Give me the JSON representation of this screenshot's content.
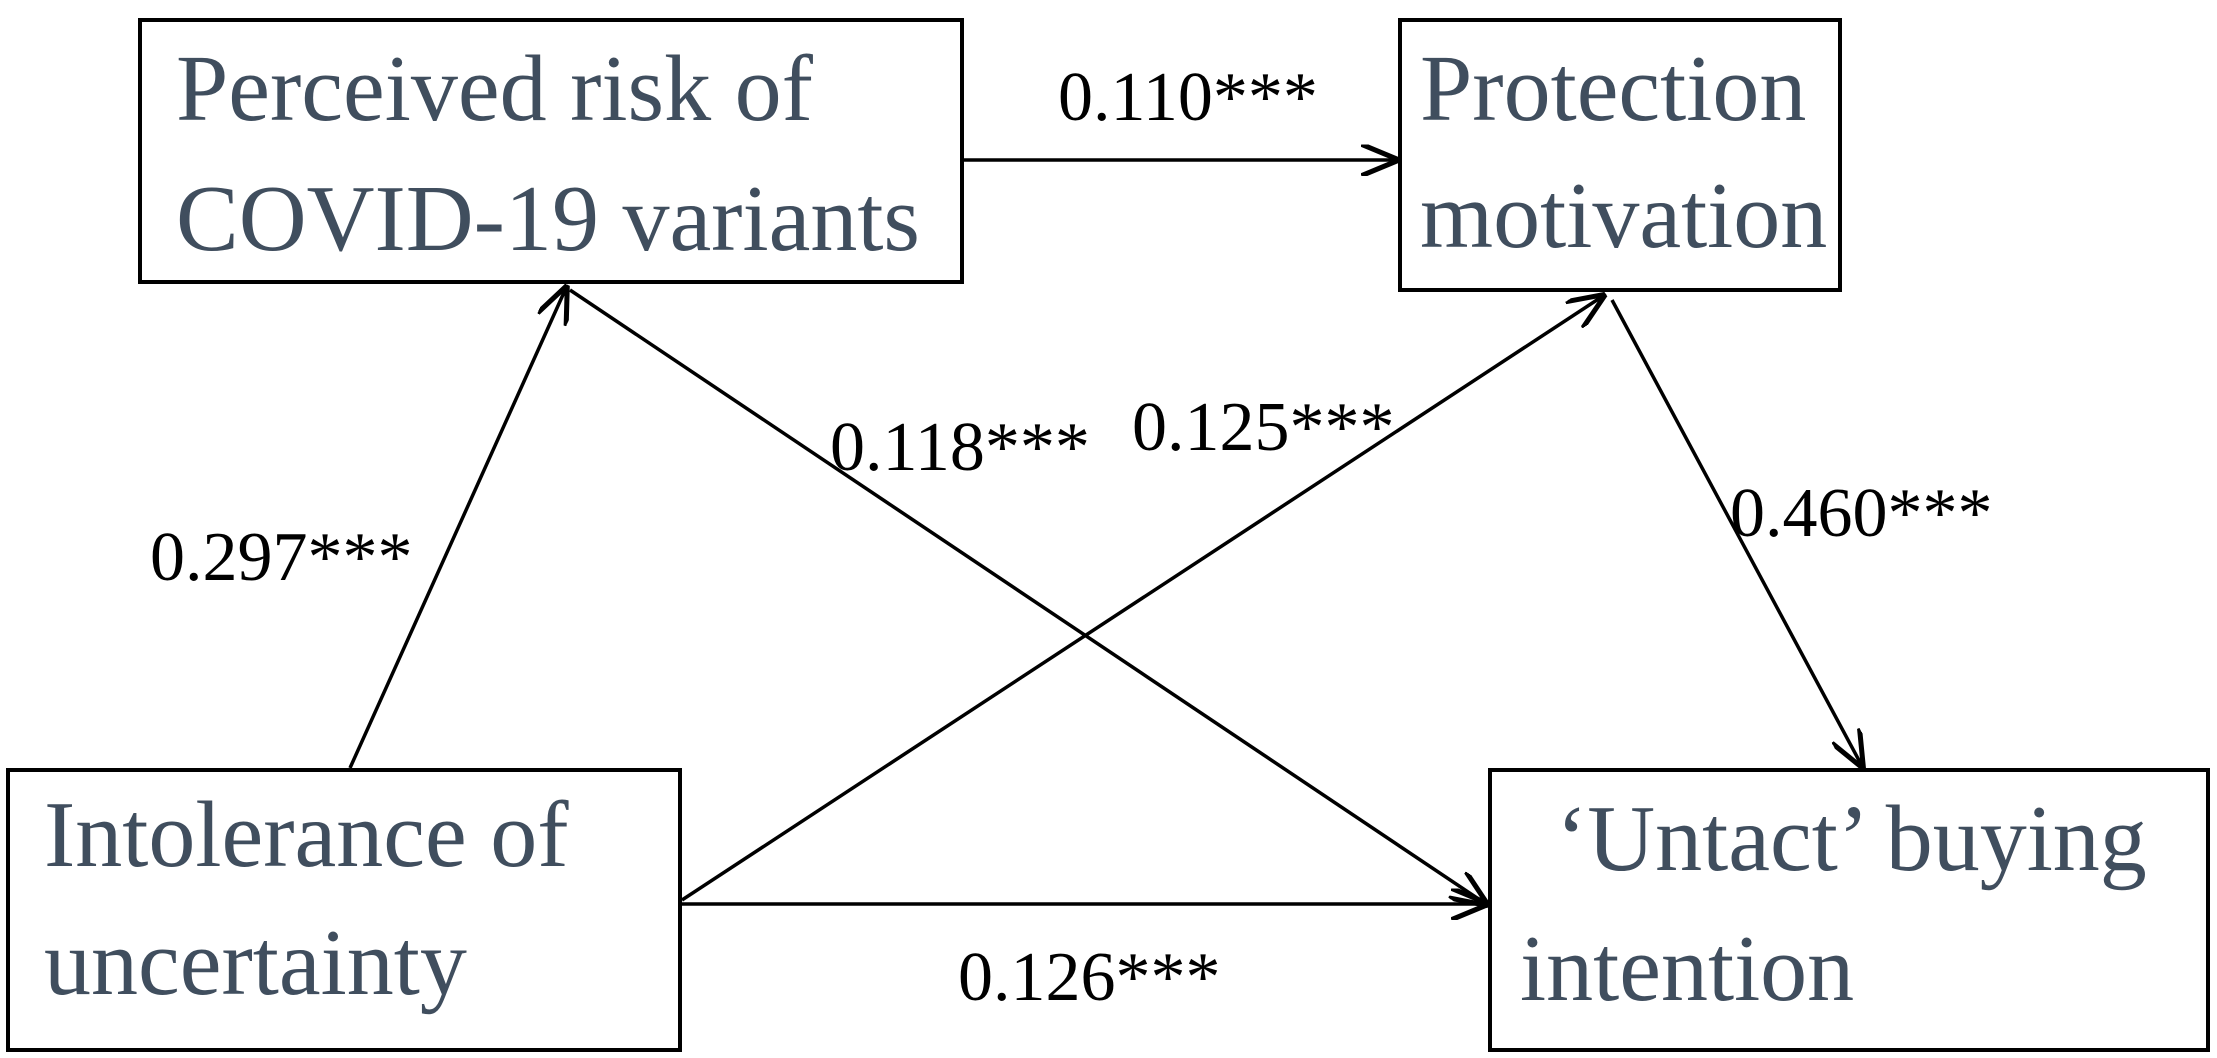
{
  "nodes": {
    "perceived_risk": {
      "line1": "Perceived risk of",
      "line2": "COVID-19 variants"
    },
    "protection_motivation": {
      "line1": "Protection",
      "line2": "motivation"
    },
    "intolerance": {
      "line1": "Intolerance of",
      "line2": "uncertainty"
    },
    "untact": {
      "line1": "‘Untact’ buying",
      "line2": "intention"
    }
  },
  "edges": {
    "risk_to_protection": "0.110***",
    "risk_to_untact": "0.118***",
    "intolerance_to_protection": "0.125***",
    "protection_to_untact": "0.460***",
    "intolerance_to_risk": "0.297***",
    "intolerance_to_untact": "0.126***"
  },
  "colors": {
    "node_text": "#404e5e",
    "lines": "#000000",
    "background": "#ffffff"
  }
}
